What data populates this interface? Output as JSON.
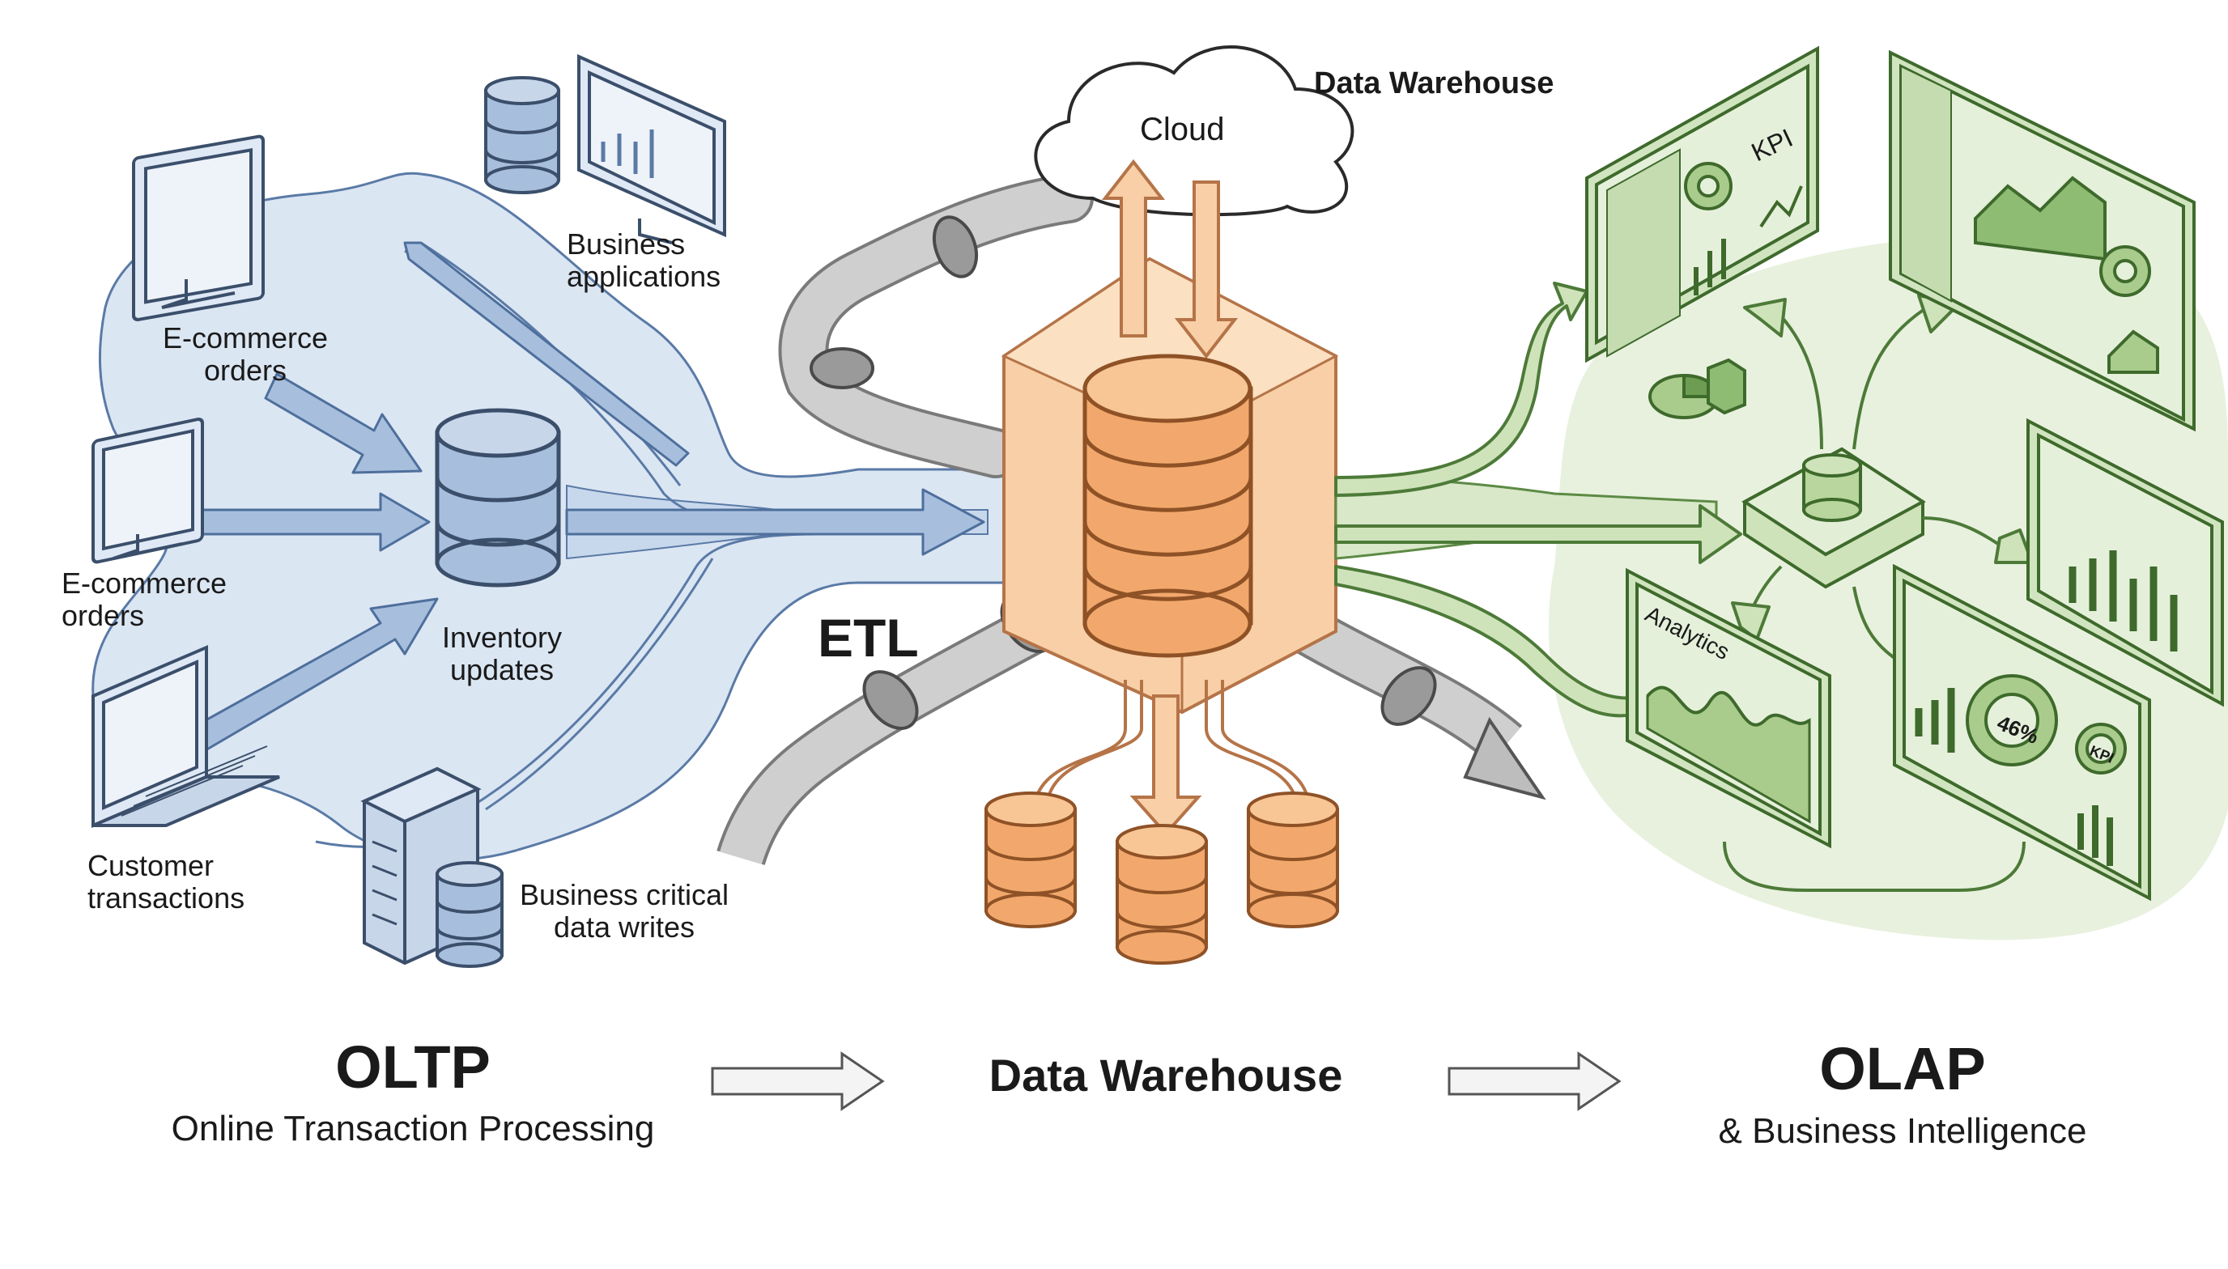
{
  "labels": {
    "ecommerce_orders_1": [
      "E-commerce",
      "orders"
    ],
    "ecommerce_orders_2": [
      "E-commerce",
      "orders"
    ],
    "customer_transactions": [
      "Customer",
      "transactions"
    ],
    "inventory_updates": [
      "Inventory",
      "updates"
    ],
    "business_applications": [
      "Business",
      "applications"
    ],
    "business_critical": [
      "Business critical",
      "data writes"
    ],
    "etl": "ETL",
    "cloud": "Cloud",
    "data_warehouse_top": "Data Warehouse",
    "kpi": "KPI",
    "kpi_small": "KPI",
    "analytics": "Analytics",
    "percent": "46%"
  },
  "footer": {
    "oltp_title": "OLTP",
    "oltp_sub": "Online Transaction Processing",
    "dw_title": "Data Warehouse",
    "olap_title": "OLAP",
    "olap_sub": "& Business Intelligence"
  },
  "colors": {
    "oltp_fill": "#dbe6f3",
    "oltp_stroke": "#5a7aa6",
    "dw_fill": "#f8cfa6",
    "dw_stroke": "#b57448",
    "olap_fill": "#d8e8c8",
    "olap_stroke": "#5d8a45",
    "pipe": "#bdbdbd",
    "ink": "#1a1a1a"
  }
}
